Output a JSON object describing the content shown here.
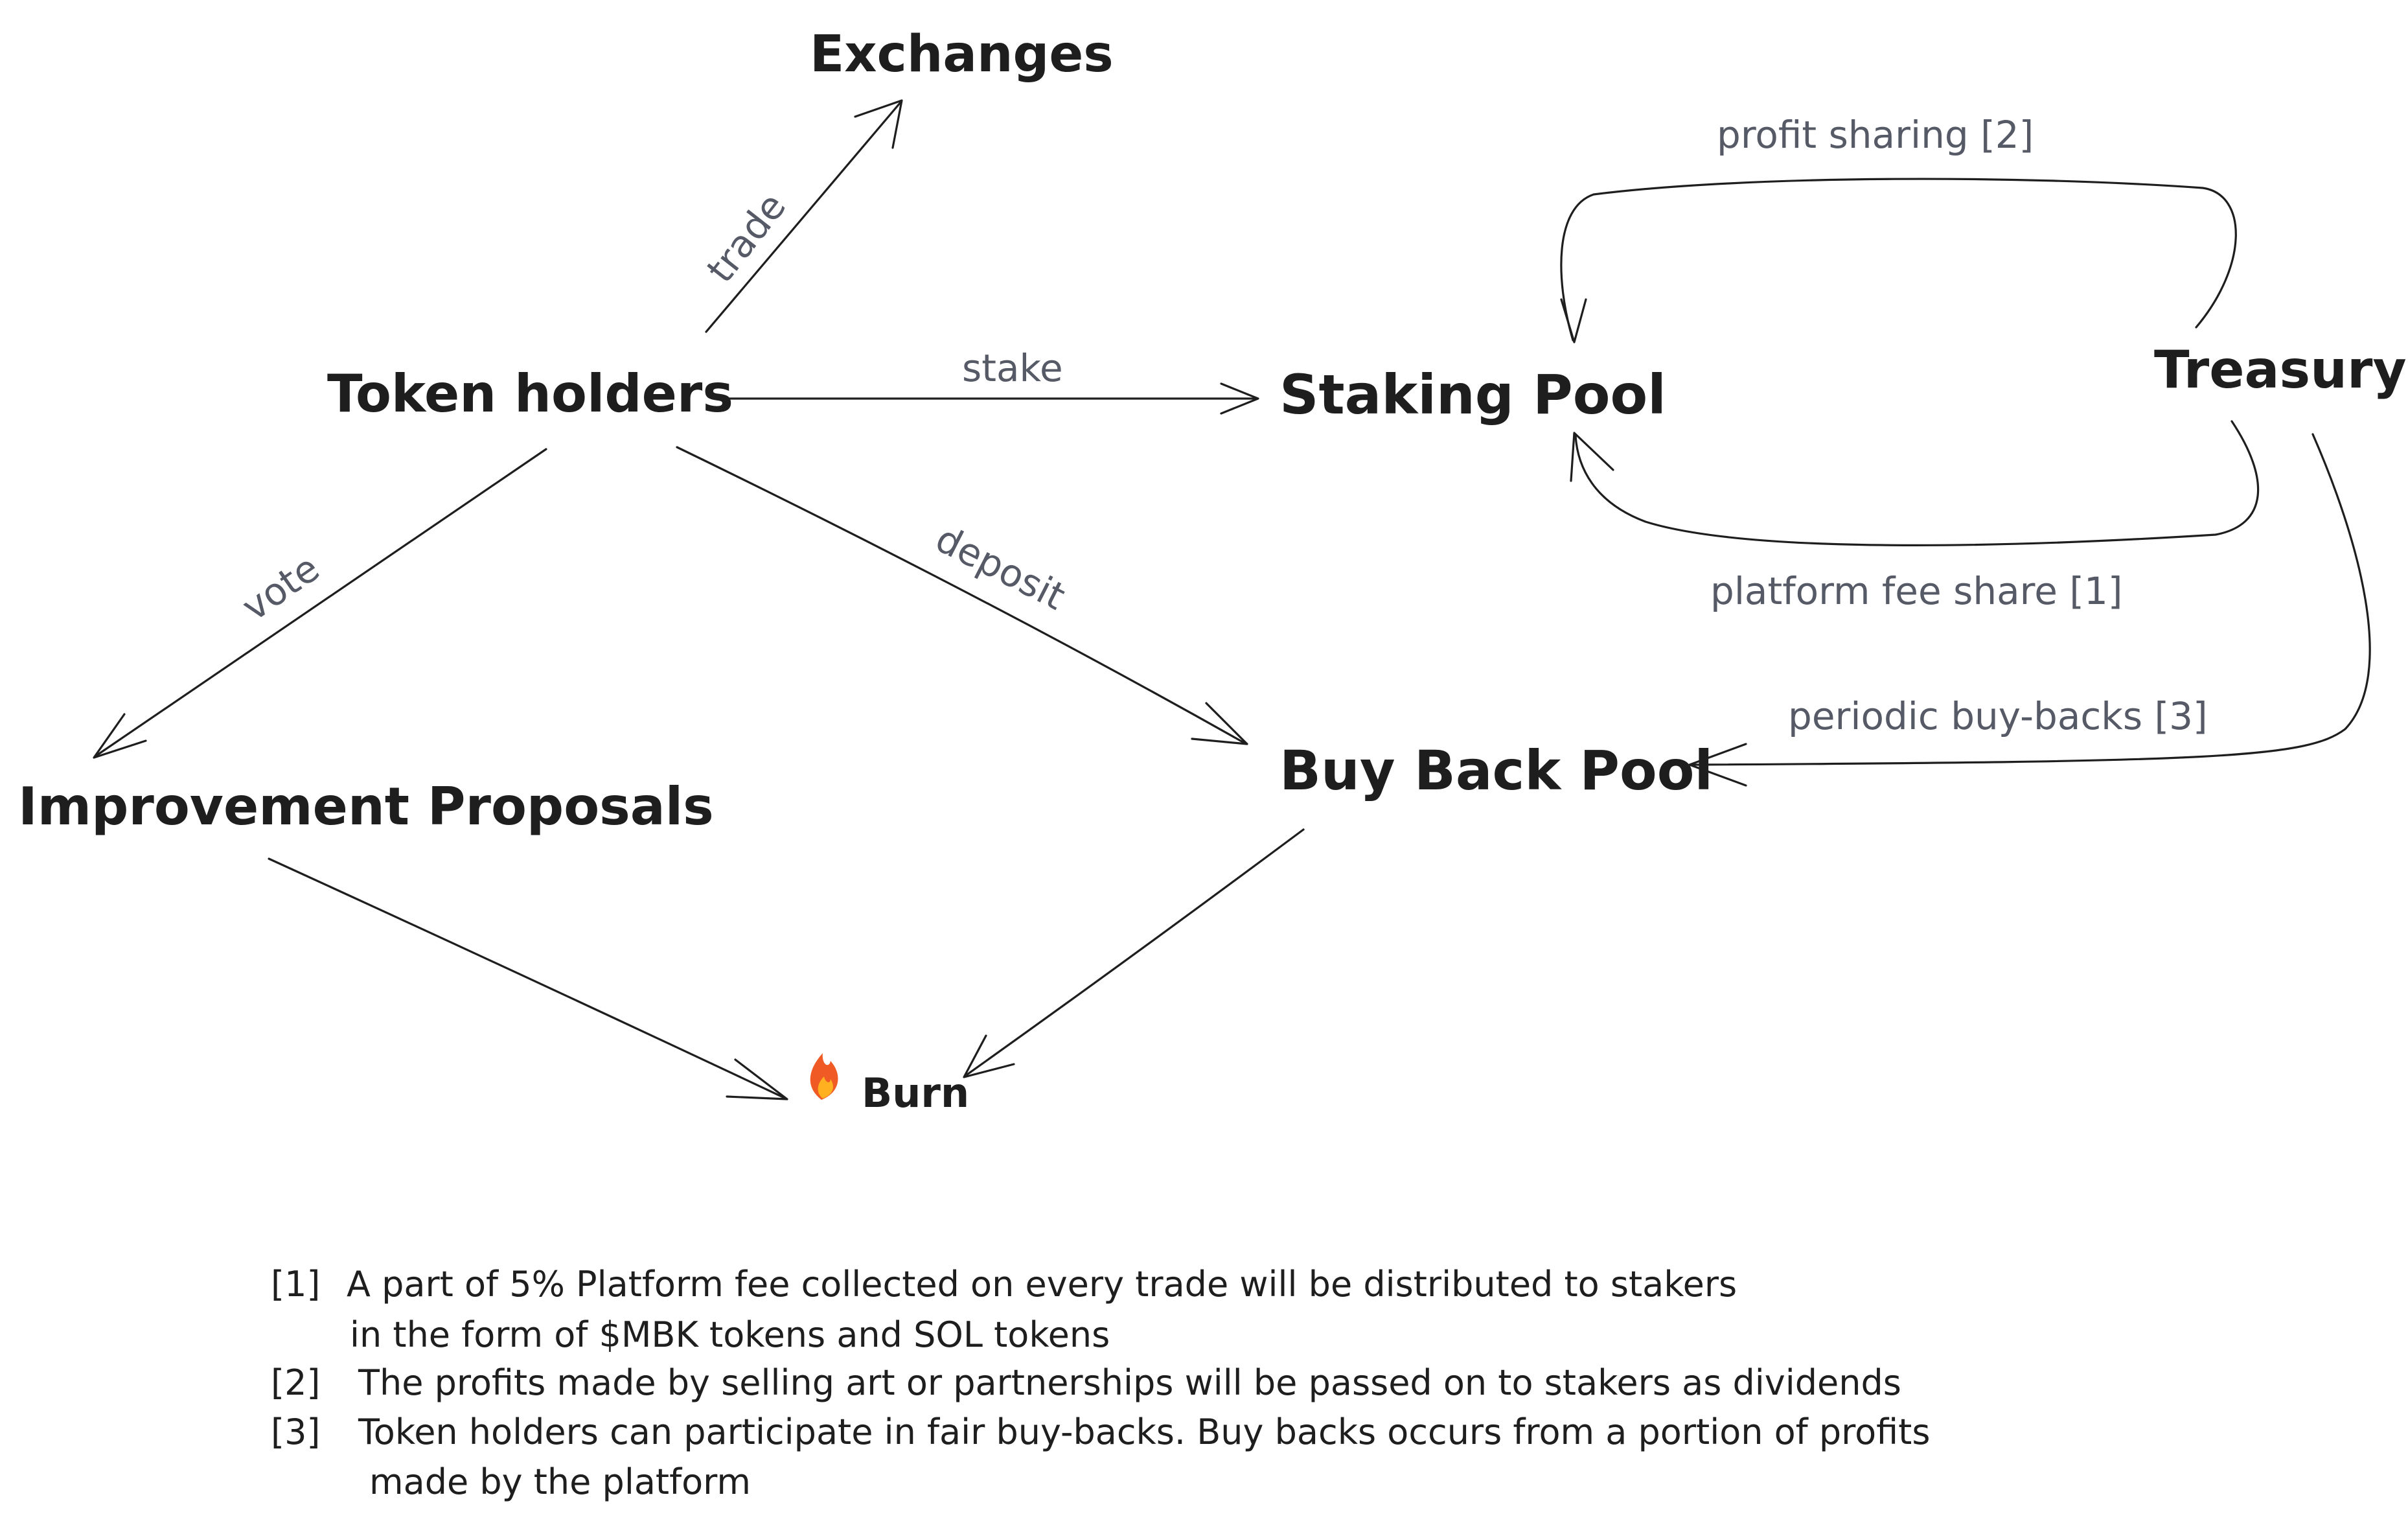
{
  "nodes": {
    "exchanges": "Exchanges",
    "token_holders": "Token holders",
    "staking_pool": "Staking Pool",
    "treasury": "Treasury",
    "improvement_proposals": "Improvement Proposals",
    "buy_back_pool": "Buy Back Pool",
    "burn": "Burn",
    "burn_icon": "fire-icon"
  },
  "edges": {
    "trade": "trade",
    "stake": "stake",
    "vote": "vote",
    "deposit": "deposit",
    "profit_sharing": "profit sharing [2]",
    "platform_fee_share": "platform fee share [1]",
    "periodic_buy_backs": "periodic buy-backs [3]"
  },
  "notes": [
    {
      "marker": "[1]",
      "lines": [
        "A part of 5% Platform fee collected on every trade will be distributed to stakers",
        "in the form of $MBK tokens and SOL tokens"
      ]
    },
    {
      "marker": "[2]",
      "lines": [
        "The profits made by selling art or partnerships will be passed on to stakers as dividends"
      ]
    },
    {
      "marker": "[3]",
      "lines": [
        "Token holders can participate in fair buy-backs. Buy backs occurs from a portion of profits",
        "made by the platform"
      ]
    }
  ],
  "colors": {
    "ink": "#1e1e1e",
    "label": "#555a66",
    "fire": "#f05a24"
  }
}
